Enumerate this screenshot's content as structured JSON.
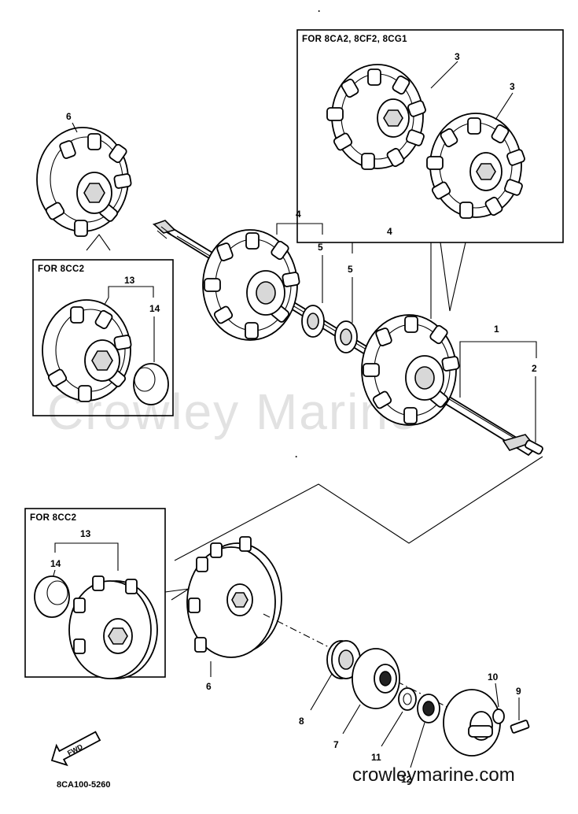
{
  "boxes": {
    "top_right": "FOR 8CA2, 8CF2, 8CG1",
    "upper_left": "FOR 8CC2",
    "lower_left": "FOR 8CC2"
  },
  "callouts": {
    "c1": "1",
    "c2": "2",
    "c3a": "3",
    "c3b": "3",
    "c4a": "4",
    "c4b": "4",
    "c5a": "5",
    "c5b": "5",
    "c6a": "6",
    "c6b": "6",
    "c7": "7",
    "c8": "8",
    "c9": "9",
    "c10": "10",
    "c11": "11",
    "c12": "12",
    "c13a": "13",
    "c13b": "13",
    "c14a": "14",
    "c14b": "14"
  },
  "fwd_label": "FWD",
  "diagram_code": "8CA100-5260",
  "watermark": "Crowley Marine",
  "site_url": "crowleymarine.com"
}
